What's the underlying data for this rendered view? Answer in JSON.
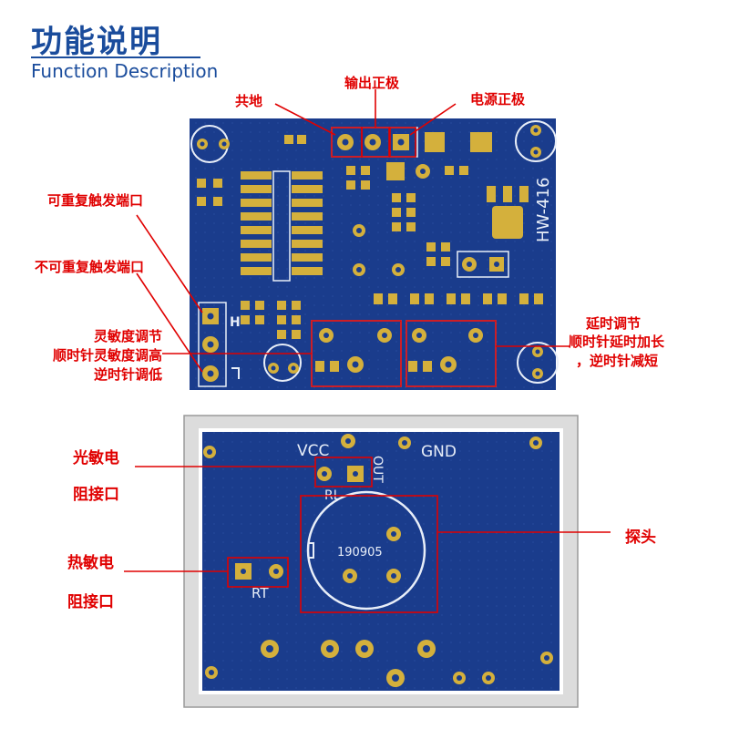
{
  "header": {
    "title": "功能说明",
    "subtitle": "Function Description"
  },
  "top_board": {
    "silk_model": "HW-416",
    "labels": {
      "gnd": "共地",
      "output": "输出正极",
      "power": "电源正极",
      "repeat": "可重复触发端口",
      "no_repeat": "不可重复触发端口",
      "sensitivity_1": "灵敏度调节",
      "sensitivity_2": "顺时针灵敏度调高",
      "sensitivity_3": "逆时针调低",
      "delay_1": "延时调节",
      "delay_2": "顺时针延时加长",
      "delay_3": "，逆时针减短"
    }
  },
  "bottom_board": {
    "silk_vcc": "VCC",
    "silk_gnd": "GND",
    "silk_out": "OUT",
    "silk_rl": "RL",
    "silk_rt": "RT",
    "silk_sensor": "190905",
    "labels": {
      "photo_1": "光敏电",
      "photo_2": "阻接口",
      "thermo_1": "热敏电",
      "thermo_2": "阻接口",
      "probe": "探头"
    }
  },
  "colors": {
    "title": "#1a4c9c",
    "pcb": "#1a3c8c",
    "pad": "#d4b03c",
    "annotation": "#e00000"
  }
}
